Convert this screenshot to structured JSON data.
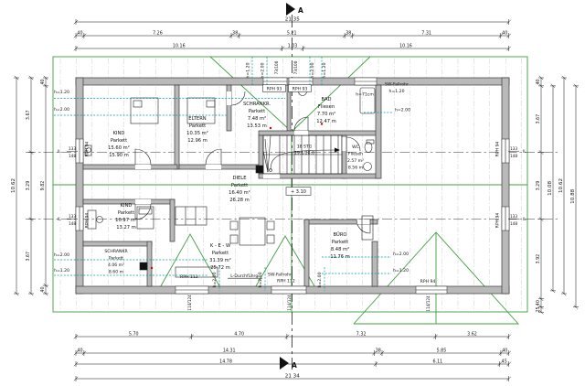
{
  "section": {
    "label": "A"
  },
  "dimensions": {
    "top": {
      "overall": [
        "21 35"
      ],
      "row2": [
        "40",
        "7.26",
        "38",
        "5.21",
        "38",
        "7.31",
        "40"
      ],
      "row3": [
        "10.16",
        "1.03",
        "10.16"
      ]
    },
    "bottom": {
      "row1": [
        "5.70",
        "4.70",
        "7.32",
        "3.62"
      ],
      "row2": [
        "40",
        "14.31",
        "38",
        "5.85",
        "40"
      ],
      "row3": [
        "14.78",
        "6.11",
        "45"
      ],
      "overall": [
        "21 34"
      ]
    },
    "left": {
      "overall": [
        "10.62"
      ],
      "outer_chain": [
        "3.67",
        "3.29",
        "3.67"
      ],
      "wall_chain": [
        "40",
        "9.82",
        "40"
      ]
    },
    "right": {
      "chain": [
        "40",
        "3.67",
        "3.29",
        "3.92",
        "40",
        "25"
      ],
      "total_inner": [
        "10.08"
      ],
      "total_mid": [
        "10.62"
      ],
      "total_outer": [
        "10.88"
      ]
    }
  },
  "rooms": [
    {
      "lines": [
        "KIND",
        "Parkett",
        "15.60 m²",
        "15.90 m"
      ]
    },
    {
      "lines": [
        "ELTERN",
        "Parkett",
        "10.35 m²",
        "12.96 m"
      ]
    },
    {
      "lines": [
        "SCHRANKR.",
        "Parkett",
        "7.48 m²",
        "13.53 m"
      ]
    },
    {
      "lines": [
        "BAD",
        "Fliesen",
        "7.70 m²",
        "12.47 m"
      ]
    },
    {
      "lines": [
        "WC",
        "Fliesen",
        "2.57 m²",
        "8.56 m"
      ]
    },
    {
      "lines": [
        "DIELE",
        "Parkett",
        "16.40 m²",
        "26.28 m"
      ]
    },
    {
      "lines": [
        "KIND",
        "Parkett",
        "10.97 m²",
        "13.27 m"
      ]
    },
    {
      "lines": [
        "SCHRANKR",
        "Parkett",
        "4.06 m²",
        "8.60 m"
      ]
    },
    {
      "lines": [
        "K - E - W",
        "Parkett",
        "31.39 m²",
        "25.72 m"
      ]
    },
    {
      "lines": [
        "BÜRO",
        "Parkett",
        "8.48 m²",
        "11.76 m"
      ]
    }
  ],
  "stairs": {
    "line1": "18 STG",
    "line2": "19,1/28,0"
  },
  "level_marker": "+ 3.10",
  "labels": {
    "rph93": "RPH 93",
    "rph94": "RPH 94",
    "rph112": "RPH 112",
    "sw_fallrohr": "SW-Fallrohr",
    "niche_height": "h=71cm",
    "l_duct": "L-Durchführg.",
    "il": "IL",
    "win_133": "133",
    "win_148": "148",
    "win_73_100": "73/100",
    "win_114_124": "114/124",
    "h_120": "h=1.20",
    "h_200": "h=2.00"
  },
  "colors": {
    "roof_green": "#3f9e3f",
    "height_teal": "#009aa3",
    "wall_gray": "#b9b9b9",
    "marker_red": "#cc0000"
  }
}
